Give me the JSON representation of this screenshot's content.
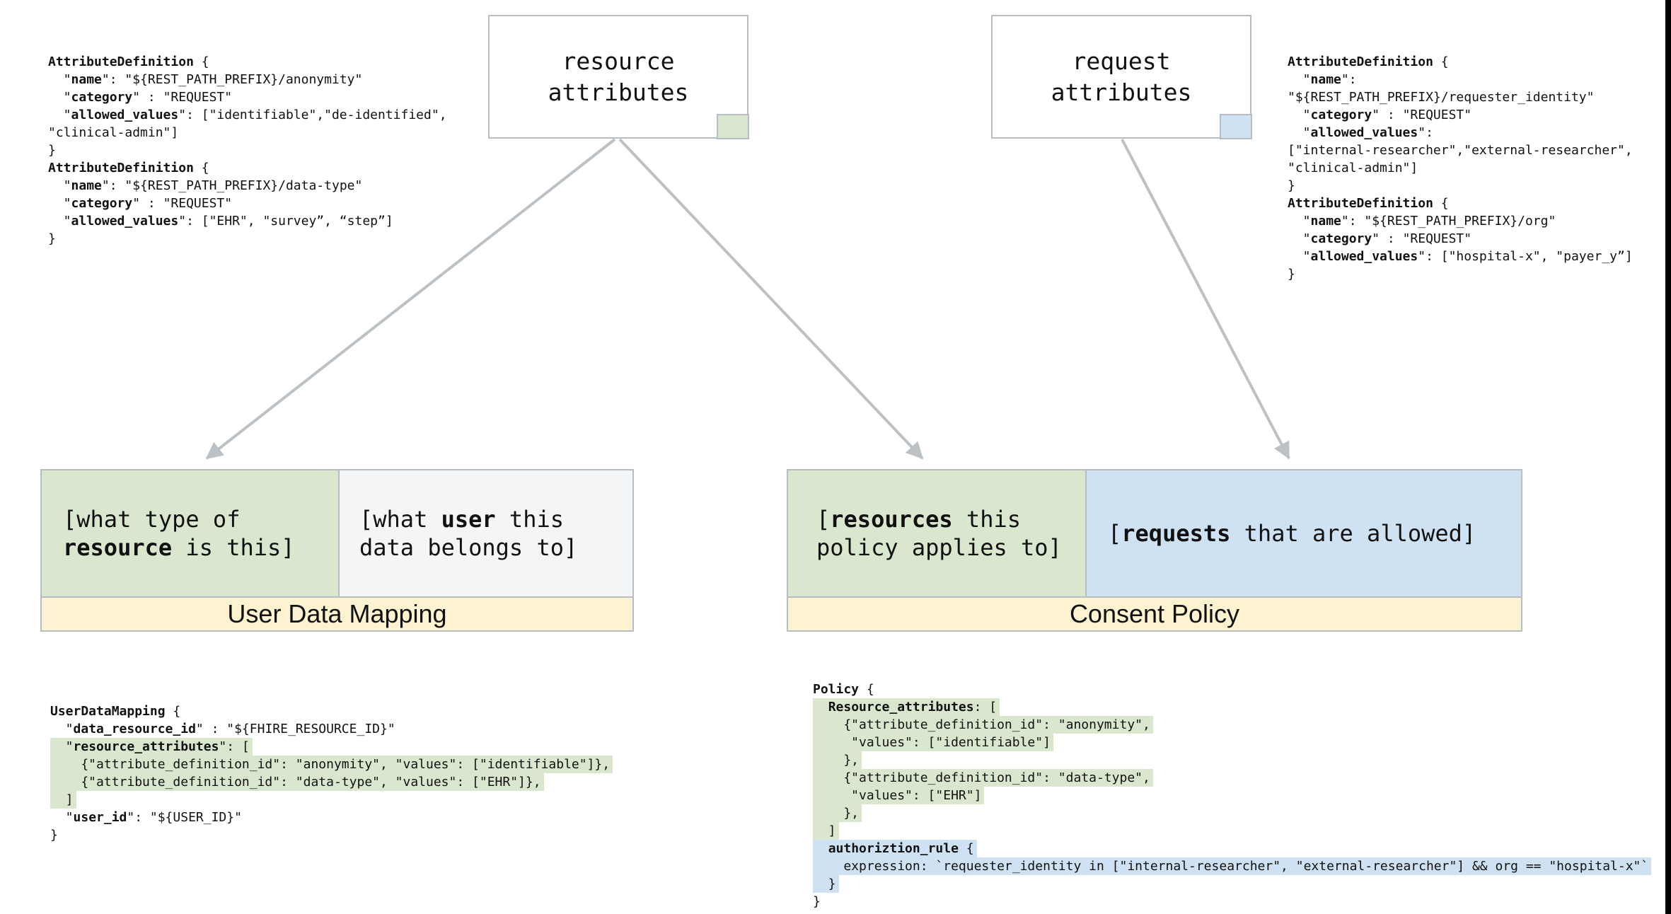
{
  "colors": {
    "green_fill": "#d9e7cf",
    "blue_fill": "#cfe2f3",
    "yellow_fill": "#fdf3d1",
    "light_gray_cell": "#f3f5f7",
    "border_gray": "#b7bdc3",
    "arrow_gray": "#bcc1c5",
    "page_edge_black": "#000000"
  },
  "nodes": {
    "resource": {
      "line1": "resource",
      "line2": "attributes",
      "tag_color": "#d9e7cf"
    },
    "request": {
      "line1": "request",
      "line2": "attributes",
      "tag_color": "#cfe2f3"
    }
  },
  "boxes": {
    "user_data_mapping": {
      "title": "User Data Mapping",
      "left_cell_lines": [
        {
          "seg": [
            {
              "t": "[what type of"
            }
          ]
        },
        {
          "seg": [
            {
              "t": "resource",
              "b": true
            },
            {
              "t": " is this]"
            }
          ]
        }
      ],
      "right_cell_lines": [
        {
          "seg": [
            {
              "t": "[what "
            },
            {
              "t": "user",
              "b": true
            },
            {
              "t": " this"
            }
          ]
        },
        {
          "seg": [
            {
              "t": "data belongs to]"
            }
          ]
        }
      ]
    },
    "consent_policy": {
      "title": "Consent Policy",
      "left_cell_lines": [
        {
          "seg": [
            {
              "t": "["
            },
            {
              "t": "resources",
              "b": true
            },
            {
              "t": " this"
            }
          ]
        },
        {
          "seg": [
            {
              "t": "policy applies to]"
            }
          ]
        }
      ],
      "right_cell_lines": [
        {
          "seg": [
            {
              "t": "["
            },
            {
              "t": "requests",
              "b": true
            },
            {
              "t": " that are allowed]"
            }
          ]
        }
      ]
    }
  },
  "code": {
    "attr_def_left": [
      {
        "seg": [
          {
            "t": "AttributeDefinition",
            "b": true
          },
          {
            "t": " {"
          }
        ]
      },
      {
        "seg": [
          {
            "t": "  \""
          },
          {
            "t": "name",
            "b": true
          },
          {
            "t": "\": \"${REST_PATH_PREFIX}/anonymity\""
          }
        ]
      },
      {
        "seg": [
          {
            "t": "  \""
          },
          {
            "t": "category",
            "b": true
          },
          {
            "t": "\" : \"REQUEST\""
          }
        ]
      },
      {
        "seg": [
          {
            "t": "  \""
          },
          {
            "t": "allowed_values",
            "b": true
          },
          {
            "t": "\": [\"identifiable\",\"de-identified\","
          }
        ]
      },
      {
        "seg": [
          {
            "t": "\"clinical-admin\"]"
          }
        ]
      },
      {
        "seg": [
          {
            "t": "}"
          }
        ]
      },
      {
        "seg": [
          {
            "t": "AttributeDefinition",
            "b": true
          },
          {
            "t": " {"
          }
        ]
      },
      {
        "seg": [
          {
            "t": "  \""
          },
          {
            "t": "name",
            "b": true
          },
          {
            "t": "\": \"${REST_PATH_PREFIX}/data-type\""
          }
        ]
      },
      {
        "seg": [
          {
            "t": "  \""
          },
          {
            "t": "category",
            "b": true
          },
          {
            "t": "\" : \"REQUEST\""
          }
        ]
      },
      {
        "seg": [
          {
            "t": "  \""
          },
          {
            "t": "allowed_values",
            "b": true
          },
          {
            "t": "\": [\"EHR\", \"survey”, “step”]"
          }
        ]
      },
      {
        "seg": [
          {
            "t": "}"
          }
        ]
      }
    ],
    "attr_def_right": [
      {
        "seg": [
          {
            "t": "AttributeDefinition",
            "b": true
          },
          {
            "t": " {"
          }
        ]
      },
      {
        "seg": [
          {
            "t": "  \""
          },
          {
            "t": "name",
            "b": true
          },
          {
            "t": "\":"
          }
        ]
      },
      {
        "seg": [
          {
            "t": "\"${REST_PATH_PREFIX}/requester_identity\""
          }
        ]
      },
      {
        "seg": [
          {
            "t": "  \""
          },
          {
            "t": "category",
            "b": true
          },
          {
            "t": "\" : \"REQUEST\""
          }
        ]
      },
      {
        "seg": [
          {
            "t": "  \""
          },
          {
            "t": "allowed_values",
            "b": true
          },
          {
            "t": "\":"
          }
        ]
      },
      {
        "seg": [
          {
            "t": "[\"internal-researcher\",\"external-researcher\","
          }
        ]
      },
      {
        "seg": [
          {
            "t": "\"clinical-admin\"]"
          }
        ]
      },
      {
        "seg": [
          {
            "t": "}"
          }
        ]
      },
      {
        "seg": [
          {
            "t": "AttributeDefinition",
            "b": true
          },
          {
            "t": " {"
          }
        ]
      },
      {
        "seg": [
          {
            "t": "  \""
          },
          {
            "t": "name",
            "b": true
          },
          {
            "t": "\": \"${REST_PATH_PREFIX}/org\""
          }
        ]
      },
      {
        "seg": [
          {
            "t": "  \""
          },
          {
            "t": "category",
            "b": true
          },
          {
            "t": "\" : \"REQUEST\""
          }
        ]
      },
      {
        "seg": [
          {
            "t": "  \""
          },
          {
            "t": "allowed_values",
            "b": true
          },
          {
            "t": "\": [\"hospital-x\", \"payer_y”]"
          }
        ]
      },
      {
        "seg": [
          {
            "t": "}"
          }
        ]
      }
    ],
    "user_data_mapping": [
      {
        "seg": [
          {
            "t": "UserDataMapping",
            "b": true
          },
          {
            "t": " {"
          }
        ]
      },
      {
        "seg": [
          {
            "t": "  \""
          },
          {
            "t": "data_resource_id",
            "b": true
          },
          {
            "t": "\" : \"${FHIRE_RESOURCE_ID}\""
          }
        ]
      },
      {
        "hl": "green",
        "seg": [
          {
            "t": "  \""
          },
          {
            "t": "resource_attributes",
            "b": true
          },
          {
            "t": "\": ["
          }
        ]
      },
      {
        "hl": "green",
        "seg": [
          {
            "t": "    {\"attribute_definition_id\": \"anonymity\", \"values\": [\"identifiable\"]},"
          }
        ]
      },
      {
        "hl": "green",
        "seg": [
          {
            "t": "    {\"attribute_definition_id\": \"data-type\", \"values\": [\"EHR\"]},"
          }
        ]
      },
      {
        "hl": "green",
        "seg": [
          {
            "t": "  ]"
          }
        ]
      },
      {
        "seg": [
          {
            "t": "  \""
          },
          {
            "t": "user_id",
            "b": true
          },
          {
            "t": "\": \"${USER_ID}\""
          }
        ]
      },
      {
        "seg": [
          {
            "t": "}"
          }
        ]
      }
    ],
    "policy": [
      {
        "seg": [
          {
            "t": "Policy",
            "b": true
          },
          {
            "t": " {"
          }
        ]
      },
      {
        "hl": "green",
        "seg": [
          {
            "t": "  "
          },
          {
            "t": "Resource_attributes",
            "b": true
          },
          {
            "t": ": ["
          }
        ]
      },
      {
        "hl": "green",
        "seg": [
          {
            "t": "    {\"attribute_definition_id\": \"anonymity\","
          }
        ]
      },
      {
        "hl": "green",
        "seg": [
          {
            "t": "     \"values\": [\"identifiable\"]"
          }
        ]
      },
      {
        "hl": "green",
        "seg": [
          {
            "t": "    },"
          }
        ]
      },
      {
        "hl": "green",
        "seg": [
          {
            "t": "    {\"attribute_definition_id\": \"data-type\","
          }
        ]
      },
      {
        "hl": "green",
        "seg": [
          {
            "t": "     \"values\": [\"EHR\"]"
          }
        ]
      },
      {
        "hl": "green",
        "seg": [
          {
            "t": "    },"
          }
        ]
      },
      {
        "hl": "green",
        "seg": [
          {
            "t": "  ]"
          }
        ]
      },
      {
        "hl": "blue",
        "seg": [
          {
            "t": "  "
          },
          {
            "t": "authoriztion_rule",
            "b": true
          },
          {
            "t": " {"
          }
        ]
      },
      {
        "hl": "blue",
        "seg": [
          {
            "t": "    expression: `requester_identity in [\"internal-researcher\", \"external-researcher\"] && org == \"hospital-x\"`"
          }
        ]
      },
      {
        "hl": "blue",
        "seg": [
          {
            "t": "  }"
          }
        ]
      },
      {
        "seg": [
          {
            "t": "}"
          }
        ]
      }
    ]
  }
}
